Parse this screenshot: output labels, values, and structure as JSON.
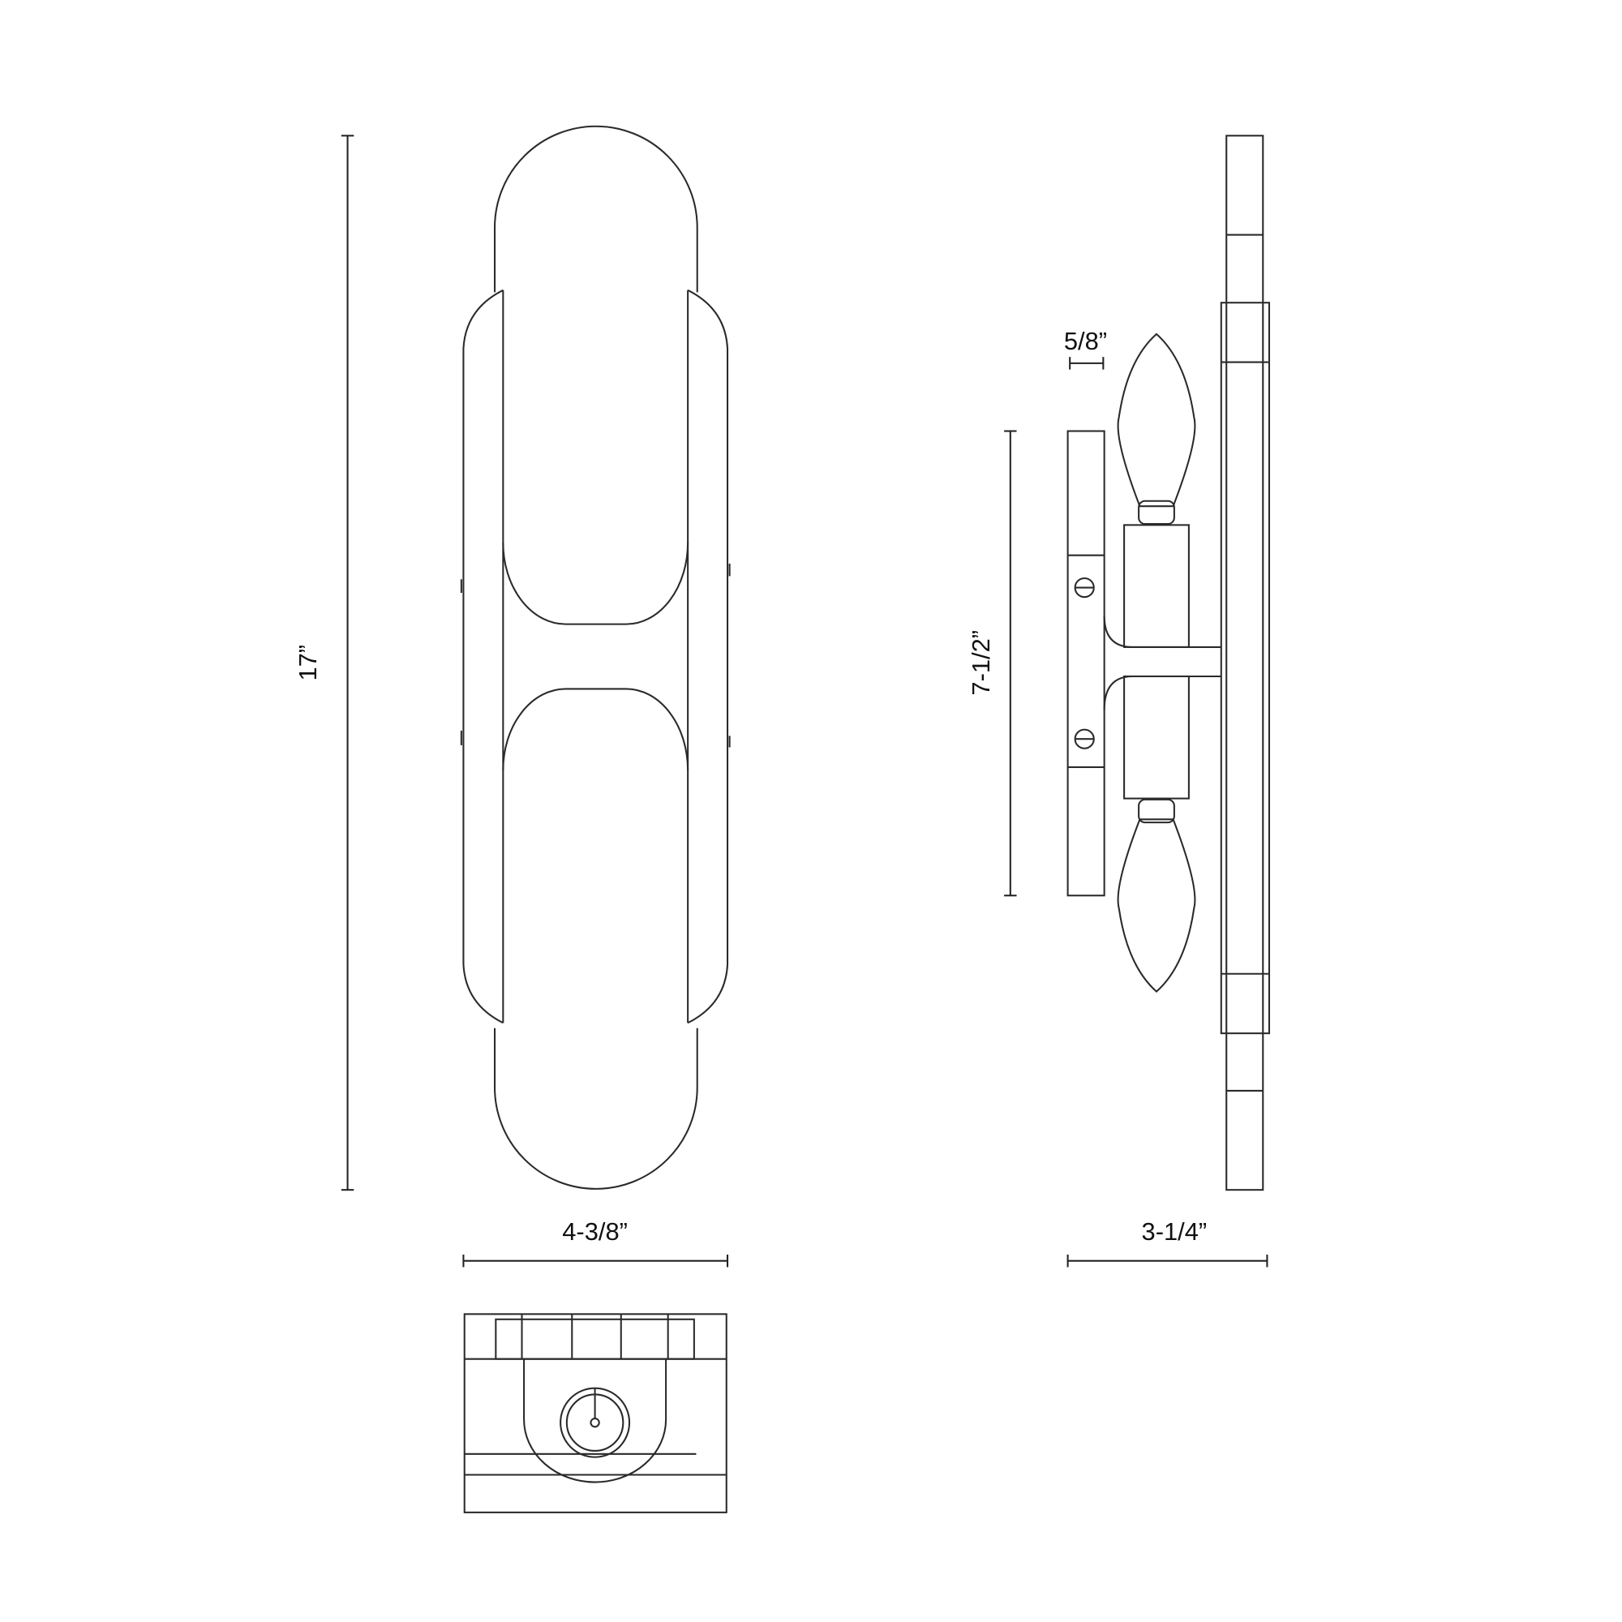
{
  "drawing": {
    "type": "technical dimension drawing",
    "subject": "two-light wall sconce",
    "views": [
      "front",
      "side",
      "top"
    ],
    "line_color": "#2a2a2a",
    "background": "#ffffff"
  },
  "dimensions": {
    "height": "17”",
    "width": "4-3/8”",
    "depth": "3-1/4”",
    "backplate_height": "7-1/2”",
    "backplate_depth": "5/8”"
  }
}
